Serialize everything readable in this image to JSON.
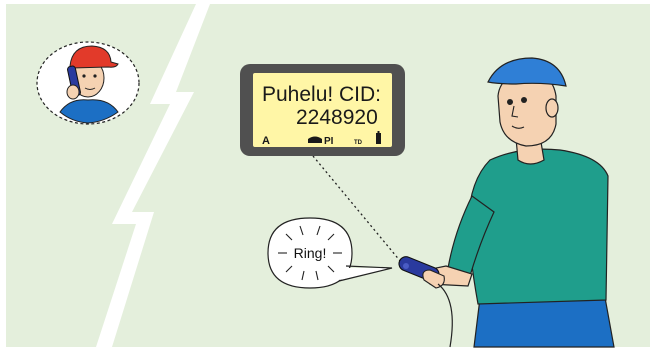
{
  "lcd": {
    "line1_left": "Puhelu!",
    "line1_right": "CID:",
    "number": "2248920",
    "status_mode": "A",
    "status_line": "PI",
    "status_td": "TD"
  },
  "speech": {
    "text": "Ring!"
  },
  "icons": {
    "lightning": "lightning-bolt-icon",
    "phone": "telephone-icon",
    "battery": "battery-icon"
  },
  "colors": {
    "background": "#e4efdc",
    "lcd_screen": "#fff6a6",
    "lcd_frame": "#505050",
    "shirt": "#1f9e8c",
    "pants": "#1c6fc4",
    "cap_blue": "#2f7fd6",
    "cap_red": "#e23a2a",
    "skin": "#f5d2b2",
    "handset": "#2a3a9e"
  }
}
